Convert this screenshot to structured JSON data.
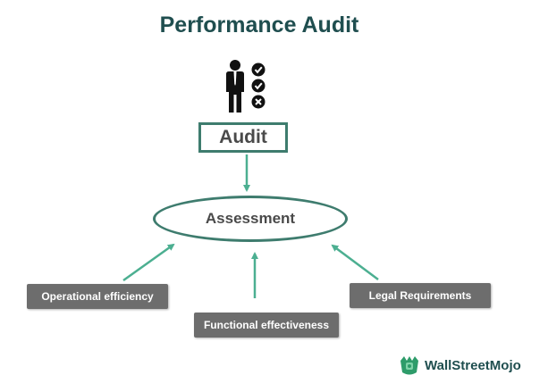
{
  "title": "Performance Audit",
  "audit_label": "Audit",
  "assessment_label": "Assessment",
  "factors": [
    "Operational efficiency",
    "Functional effectiveness",
    "Legal Requirements"
  ],
  "brand": "WallStreetMojo",
  "icons": [
    "person-icon",
    "check-icon",
    "check-icon",
    "cross-icon",
    "wallstreetmojo-logo-icon"
  ],
  "colors": {
    "title": "#1f4e4f",
    "outline": "#3e7c6e",
    "arrow": "#4caf91",
    "factor_fill": "#6d6d6d",
    "factor_text": "#ffffff",
    "brand": "#1f4e4f"
  }
}
